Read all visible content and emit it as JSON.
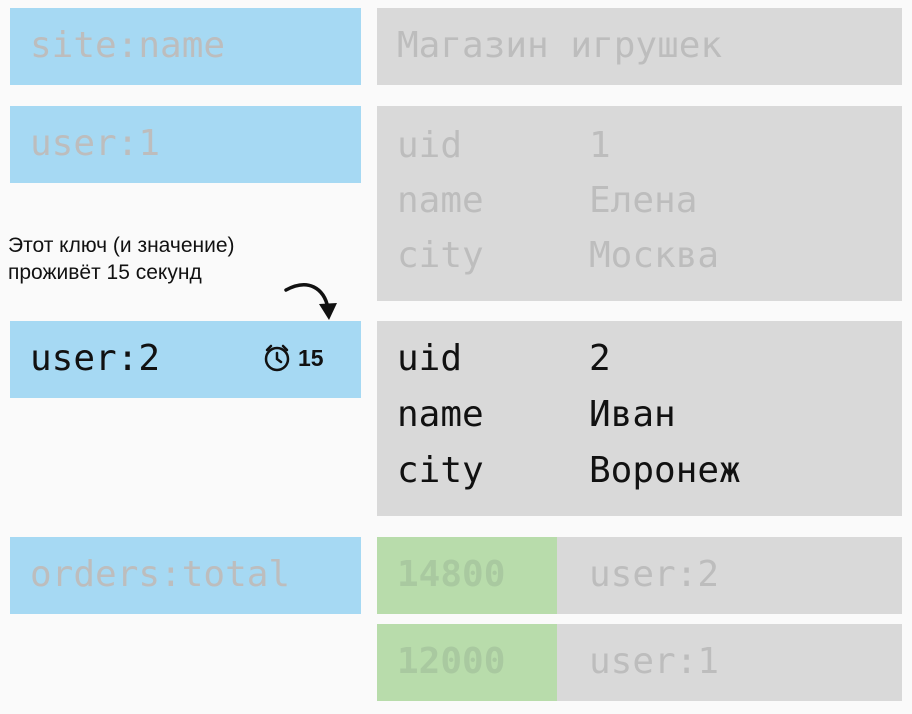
{
  "rows": {
    "site_name": {
      "key": "site:name",
      "value": "Магазин игрушек"
    },
    "user1": {
      "key": "user:1",
      "fields": [
        [
          "uid",
          "1"
        ],
        [
          "name",
          "Елена"
        ],
        [
          "city",
          "Москва"
        ]
      ]
    },
    "user2": {
      "key": "user:2",
      "ttl": "15",
      "fields": [
        [
          "uid",
          "2"
        ],
        [
          "name",
          "Иван"
        ],
        [
          "city",
          "Воронеж"
        ]
      ]
    },
    "orders": {
      "key": "orders:total",
      "entries": [
        [
          "14800",
          "user:2"
        ],
        [
          "12000",
          "user:1"
        ]
      ]
    }
  },
  "annotation": {
    "line1": "Этот ключ (и значение)",
    "line2": "проживёт 15 секунд"
  },
  "icons": {
    "ttl": "clock-icon",
    "arrow": "curved-arrow-icon"
  },
  "colors": {
    "key": "#a6d9f3",
    "value": "#d9d9d9",
    "score": "#b8dcab"
  }
}
